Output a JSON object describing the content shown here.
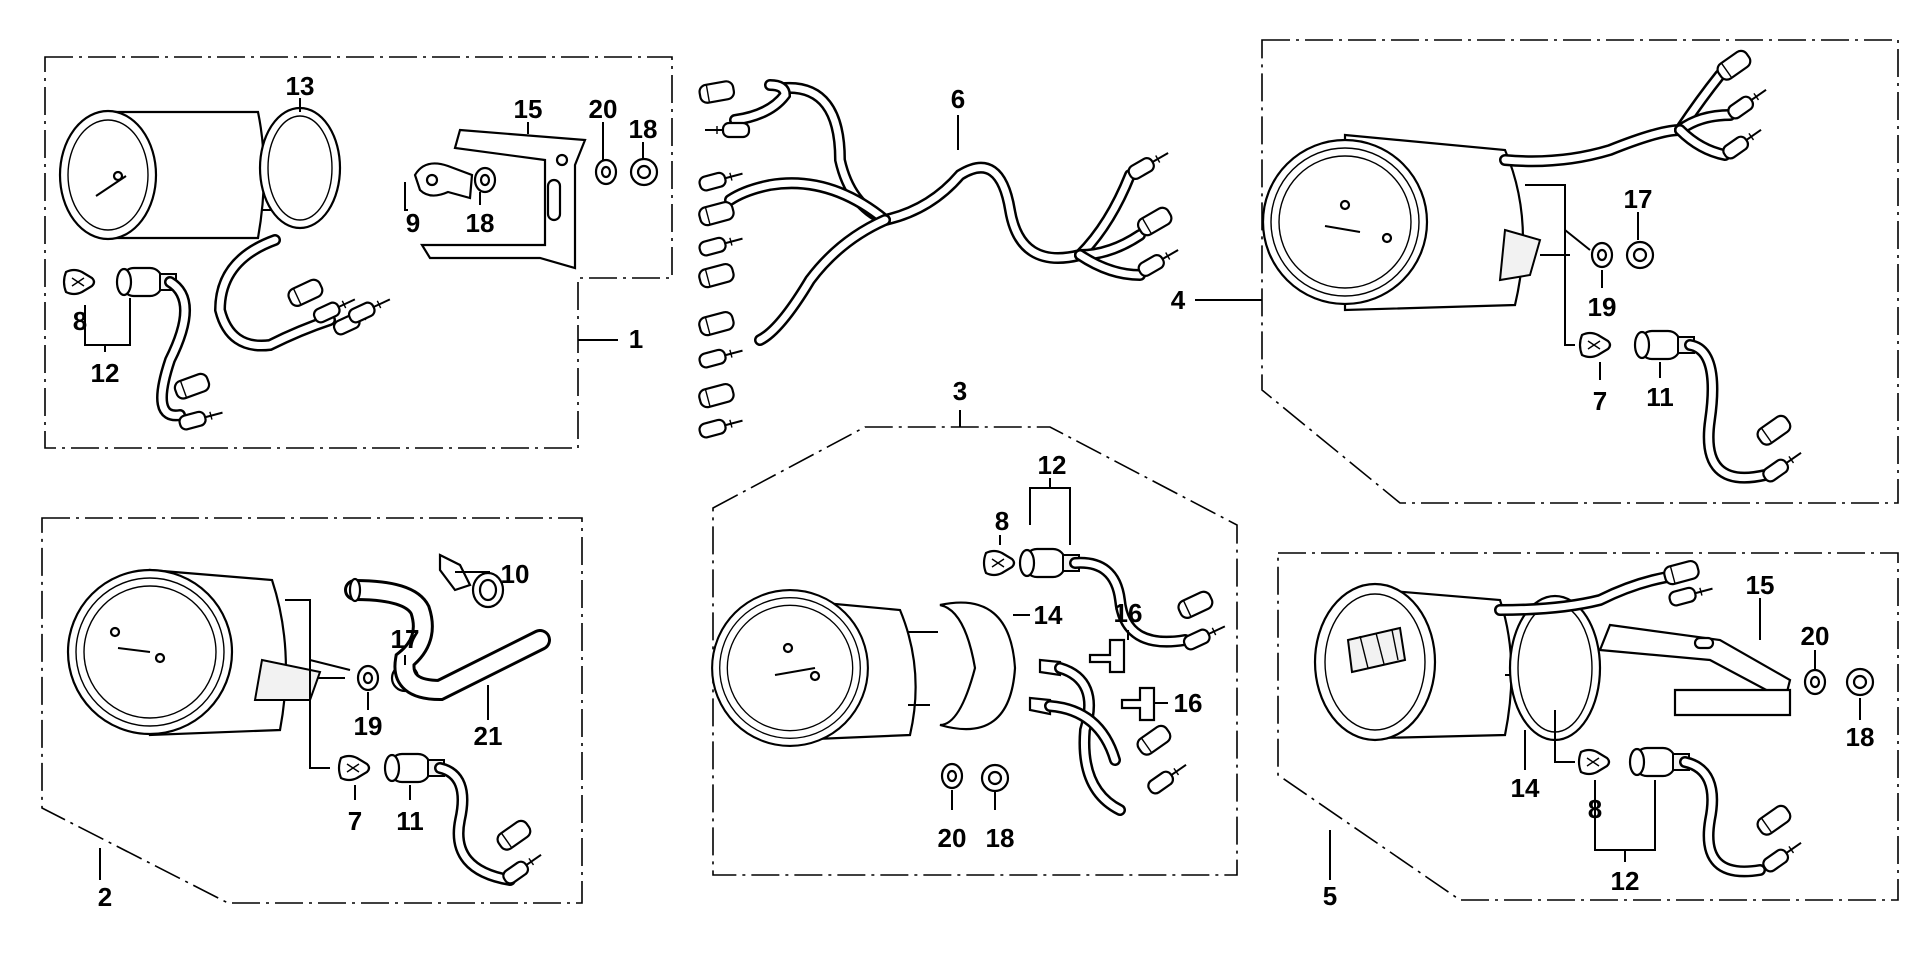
{
  "labels": {
    "g1_13": "13",
    "g1_15": "15",
    "g1_20": "20",
    "g1_18a": "18",
    "g1_9": "9",
    "g1_18b": "18",
    "g1_8": "8",
    "g1_12": "12",
    "g1_1": "1",
    "g6_6": "6",
    "g4_4": "4",
    "g4_17": "17",
    "g4_19": "19",
    "g4_7": "7",
    "g4_11": "11",
    "g2_10": "10",
    "g2_17": "17",
    "g2_19": "19",
    "g2_21": "21",
    "g2_7": "7",
    "g2_11": "11",
    "g2_2": "2",
    "g3_3": "3",
    "g3_12": "12",
    "g3_8": "8",
    "g3_14": "14",
    "g3_16a": "16",
    "g3_16b": "16",
    "g3_20": "20",
    "g3_18": "18",
    "g5_15": "15",
    "g5_20": "20",
    "g5_14": "14",
    "g5_18": "18",
    "g5_8": "8",
    "g5_12": "12",
    "g5_5": "5"
  }
}
